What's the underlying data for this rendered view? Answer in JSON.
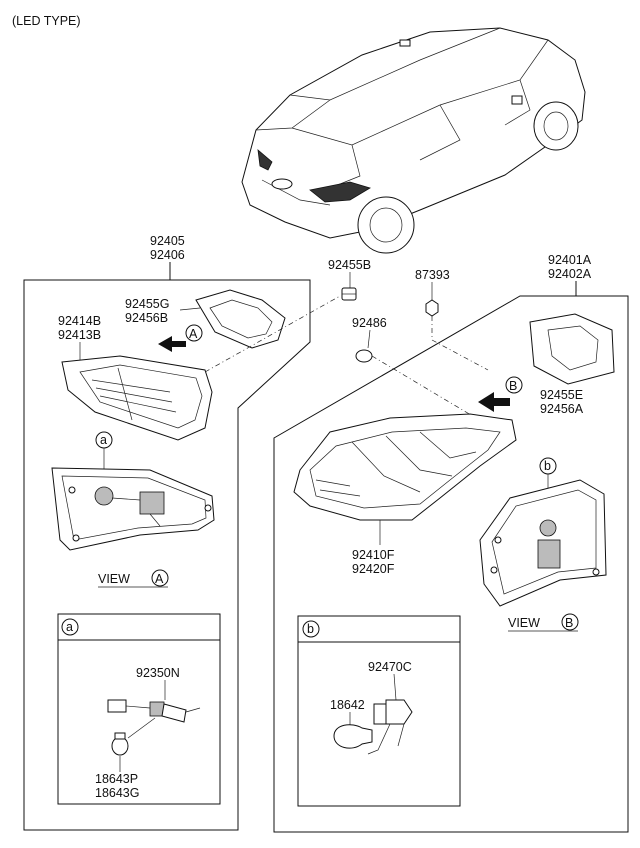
{
  "header": {
    "type_label": "(LED TYPE)"
  },
  "left_assembly": {
    "labels": [
      "92405",
      "92406"
    ],
    "gasket_labels": [
      "92455G",
      "92456B"
    ],
    "lamp_labels": [
      "92414B",
      "92413B"
    ],
    "view_ref": "A",
    "view_label": "VIEW",
    "detail_ref": "a"
  },
  "right_assembly": {
    "labels": [
      "92401A",
      "92402A"
    ],
    "gasket_labels": [
      "92455E",
      "92456A"
    ],
    "lamp_labels": [
      "92410F",
      "92420F"
    ],
    "view_ref": "B",
    "view_label": "VIEW",
    "detail_ref": "b"
  },
  "loose_parts": {
    "part_92455B": "92455B",
    "part_87393": "87393",
    "part_92486": "92486"
  },
  "detail_a": {
    "ref": "a",
    "socket_label": "92350N",
    "bulb_labels": [
      "18643P",
      "18643G"
    ]
  },
  "detail_b": {
    "ref": "b",
    "socket_label": "92470C",
    "bulb_label": "18642"
  },
  "icons": [
    "arrow-icon",
    "car-icon",
    "bulb-icon",
    "socket-icon",
    "gasket-icon",
    "nut-icon",
    "grommet-icon"
  ]
}
